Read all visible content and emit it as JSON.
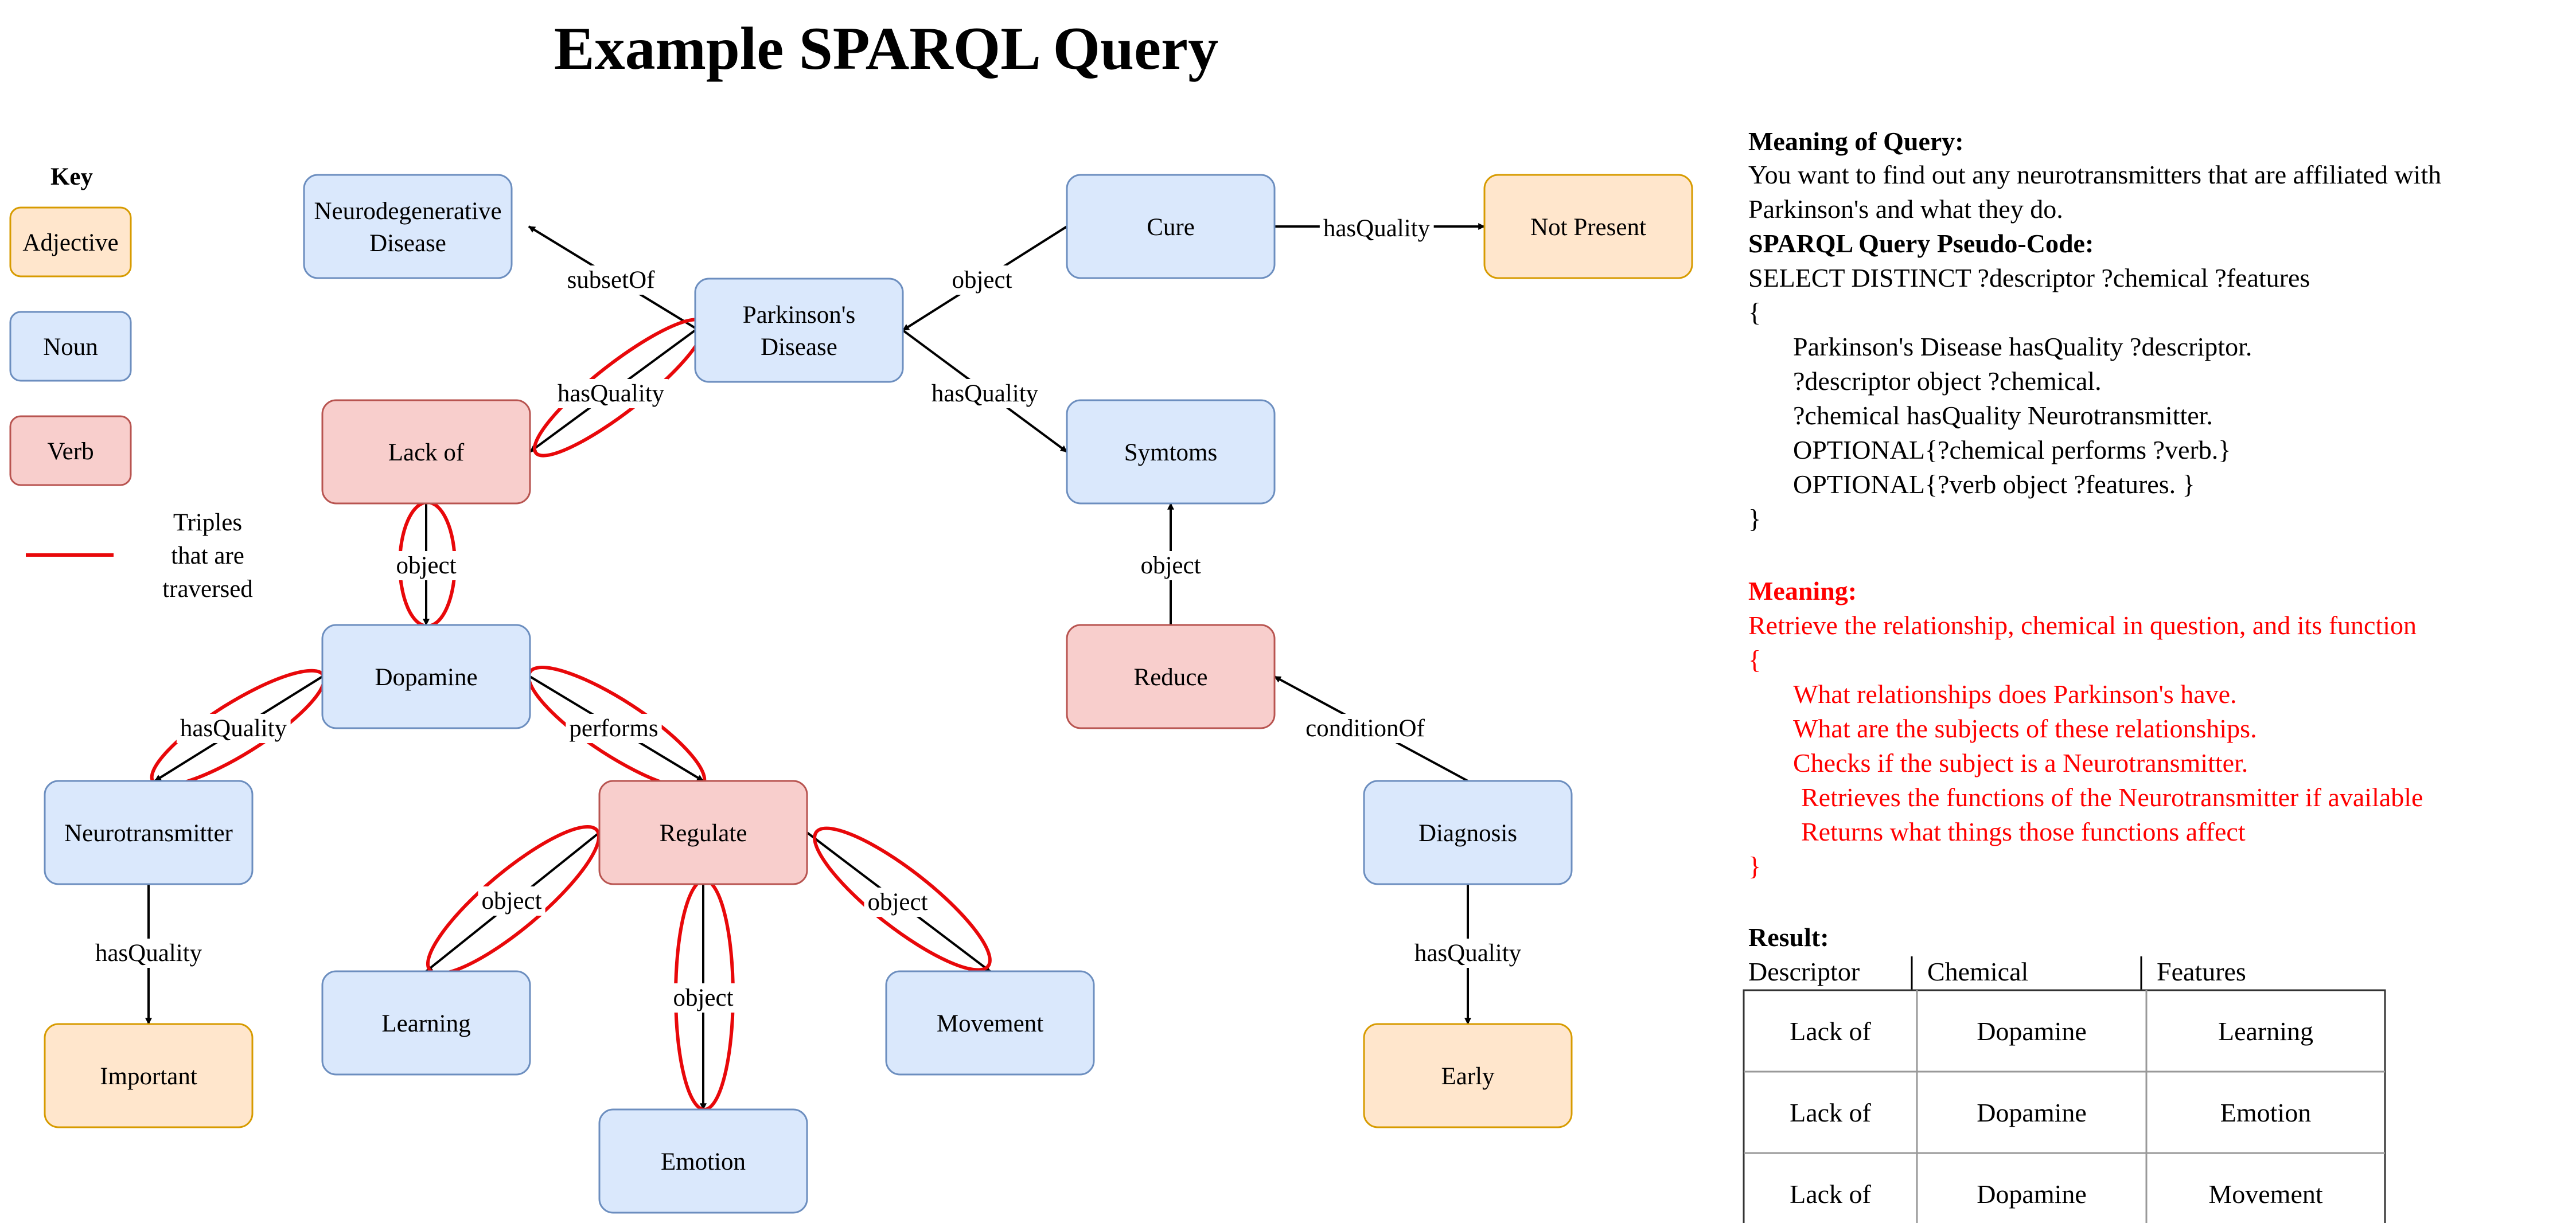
{
  "title": "Example SPARQL Query",
  "colors": {
    "noun_fill": "#dae8fc",
    "noun_stroke": "#6c8ebf",
    "adjective_fill": "#ffe6cc",
    "adjective_stroke": "#d79b00",
    "verb_fill": "#f8cecc",
    "verb_stroke": "#b85450",
    "traversed": "#e8080a",
    "edge": "#000000"
  },
  "key": {
    "heading": "Key",
    "items": [
      {
        "label": "Adjective",
        "kind": "adjective"
      },
      {
        "label": "Noun",
        "kind": "noun"
      },
      {
        "label": "Verb",
        "kind": "verb"
      }
    ],
    "traversed_lines": [
      "Triples",
      "that are",
      "traversed"
    ]
  },
  "nodes": {
    "neurodegenerative": {
      "lines": [
        "Neurodegenerative",
        "Disease"
      ],
      "kind": "noun"
    },
    "parkinsons": {
      "lines": [
        "Parkinson's",
        "Disease"
      ],
      "kind": "noun"
    },
    "cure": {
      "lines": [
        "Cure"
      ],
      "kind": "noun"
    },
    "not_present": {
      "lines": [
        "Not Present"
      ],
      "kind": "adjective"
    },
    "lack_of": {
      "lines": [
        "Lack of"
      ],
      "kind": "verb"
    },
    "symtoms": {
      "lines": [
        "Symtoms"
      ],
      "kind": "noun"
    },
    "dopamine": {
      "lines": [
        "Dopamine"
      ],
      "kind": "noun"
    },
    "reduce": {
      "lines": [
        "Reduce"
      ],
      "kind": "verb"
    },
    "neurotransmitter": {
      "lines": [
        "Neurotransmitter"
      ],
      "kind": "noun"
    },
    "regulate": {
      "lines": [
        "Regulate"
      ],
      "kind": "verb"
    },
    "diagnosis": {
      "lines": [
        "Diagnosis"
      ],
      "kind": "noun"
    },
    "learning": {
      "lines": [
        "Learning"
      ],
      "kind": "noun"
    },
    "movement": {
      "lines": [
        "Movement"
      ],
      "kind": "noun"
    },
    "important": {
      "lines": [
        "Important"
      ],
      "kind": "adjective"
    },
    "early": {
      "lines": [
        "Early"
      ],
      "kind": "adjective"
    },
    "emotion": {
      "lines": [
        "Emotion"
      ],
      "kind": "noun"
    }
  },
  "edges": [
    {
      "from": "parkinsons",
      "to": "neurodegenerative",
      "label": "subsetOf",
      "traversed": false
    },
    {
      "from": "cure",
      "to": "parkinsons",
      "label": "object",
      "traversed": false
    },
    {
      "from": "cure",
      "to": "not_present",
      "label": "hasQuality",
      "traversed": false
    },
    {
      "from": "parkinsons",
      "to": "lack_of",
      "label": "hasQuality",
      "traversed": true
    },
    {
      "from": "parkinsons",
      "to": "symtoms",
      "label": "hasQuality",
      "traversed": false
    },
    {
      "from": "lack_of",
      "to": "dopamine",
      "label": "object",
      "traversed": true
    },
    {
      "from": "reduce",
      "to": "symtoms",
      "label": "object",
      "traversed": false
    },
    {
      "from": "dopamine",
      "to": "neurotransmitter",
      "label": "hasQuality",
      "traversed": true
    },
    {
      "from": "dopamine",
      "to": "regulate",
      "label": "performs",
      "traversed": true
    },
    {
      "from": "diagnosis",
      "to": "reduce",
      "label": "conditionOf",
      "traversed": false
    },
    {
      "from": "regulate",
      "to": "learning",
      "label": "object",
      "traversed": true
    },
    {
      "from": "regulate",
      "to": "movement",
      "label": "object",
      "traversed": true
    },
    {
      "from": "regulate",
      "to": "emotion",
      "label": "object",
      "traversed": true
    },
    {
      "from": "neurotransmitter",
      "to": "important",
      "label": "hasQuality",
      "traversed": false
    },
    {
      "from": "diagnosis",
      "to": "early",
      "label": "hasQuality",
      "traversed": false
    }
  ],
  "panel": {
    "meaning_heading": "Meaning of Query:",
    "meaning_lines": [
      "You want to find out any neurotransmitters that are affiliated with",
      "Parkinson's and what they do."
    ],
    "code_heading": "SPARQL Query Pseudo-Code:",
    "code_lines": [
      {
        "text": "SELECT DISTINCT ?descriptor ?chemical ?features",
        "indent": false
      },
      {
        "text": "{",
        "indent": false
      },
      {
        "text": "Parkinson's Disease hasQuality ?descriptor.",
        "indent": true
      },
      {
        "text": "?descriptor object ?chemical.",
        "indent": true
      },
      {
        "text": "?chemical hasQuality Neurotransmitter.",
        "indent": true
      },
      {
        "text": "OPTIONAL{?chemical performs ?verb.}",
        "indent": true
      },
      {
        "text": "OPTIONAL{?verb object ?features. }",
        "indent": true
      },
      {
        "text": "}",
        "indent": false
      }
    ],
    "red_heading": "Meaning:",
    "red_lines": [
      {
        "text": "Retrieve the relationship, chemical in question, and its function",
        "indent": 0
      },
      {
        "text": "{",
        "indent": 0
      },
      {
        "text": "What relationships does Parkinson's have.",
        "indent": 1
      },
      {
        "text": "What are the subjects of these relationships.",
        "indent": 1
      },
      {
        "text": "Checks if the subject is a Neurotransmitter.",
        "indent": 1
      },
      {
        "text": "Retrieves the functions of the Neurotransmitter if available",
        "indent": 2
      },
      {
        "text": "Returns what things those functions affect",
        "indent": 2
      },
      {
        "text": "}",
        "indent": 0
      }
    ],
    "result_heading": "Result:",
    "table": {
      "columns": [
        "Descriptor",
        "Chemical",
        "Features"
      ],
      "rows": [
        [
          "Lack of",
          "Dopamine",
          "Learning"
        ],
        [
          "Lack of",
          "Dopamine",
          "Emotion"
        ],
        [
          "Lack of",
          "Dopamine",
          "Movement"
        ]
      ]
    }
  }
}
